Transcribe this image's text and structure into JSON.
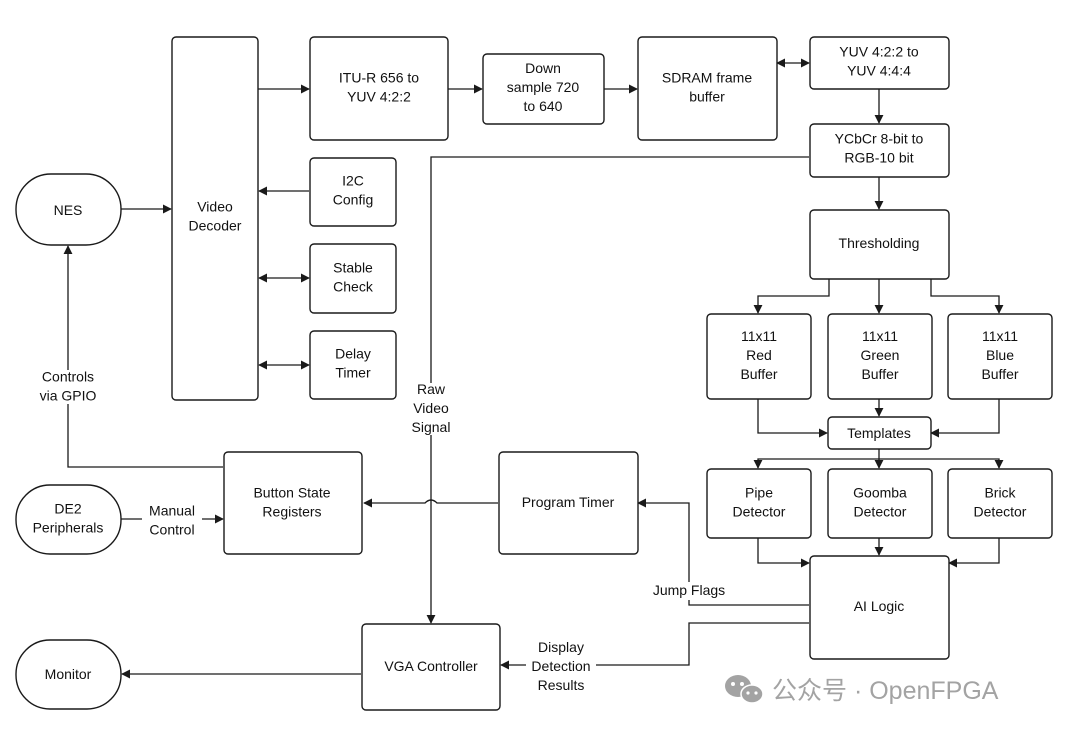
{
  "blocks": {
    "nes": [
      "NES"
    ],
    "video_decoder": [
      "Video",
      "Decoder"
    ],
    "itu_r_656": [
      "ITU-R 656 to",
      "YUV 4:2:2"
    ],
    "down_sample": [
      "Down",
      "sample 720",
      "to 640"
    ],
    "sdram": [
      "SDRAM frame",
      "buffer"
    ],
    "yuv422_444": [
      "YUV 4:2:2 to",
      "YUV 4:4:4"
    ],
    "ycbcr_rgb": [
      "YCbCr 8-bit to",
      "RGB-10 bit"
    ],
    "i2c_config": [
      "I2C",
      "Config"
    ],
    "stable_check": [
      "Stable",
      "Check"
    ],
    "delay_timer": [
      "Delay",
      "Timer"
    ],
    "thresholding": [
      "Thresholding"
    ],
    "red_buffer": [
      "11x11",
      "Red",
      "Buffer"
    ],
    "green_buffer": [
      "11x11",
      "Green",
      "Buffer"
    ],
    "blue_buffer": [
      "11x11",
      "Blue",
      "Buffer"
    ],
    "templates": [
      "Templates"
    ],
    "pipe_detector": [
      "Pipe",
      "Detector"
    ],
    "goomba_detector": [
      "Goomba",
      "Detector"
    ],
    "brick_detector": [
      "Brick",
      "Detector"
    ],
    "ai_logic": [
      "AI Logic"
    ],
    "program_timer": [
      "Program Timer"
    ],
    "button_state": [
      "Button State",
      "Registers"
    ],
    "de2_peripherals": [
      "DE2",
      "Peripherals"
    ],
    "vga_controller": [
      "VGA Controller"
    ],
    "monitor": [
      "Monitor"
    ]
  },
  "labels": {
    "controls_gpio": [
      "Controls",
      "via GPIO"
    ],
    "raw_video": [
      "Raw",
      "Video",
      "Signal"
    ],
    "manual_control": [
      "Manual",
      "Control"
    ],
    "jump_flags": [
      "Jump Flags"
    ],
    "display_results": [
      "Display",
      "Detection",
      "Results"
    ]
  },
  "watermark": {
    "icon": "wechat-icon",
    "text": "公众号 · OpenFPGA"
  }
}
